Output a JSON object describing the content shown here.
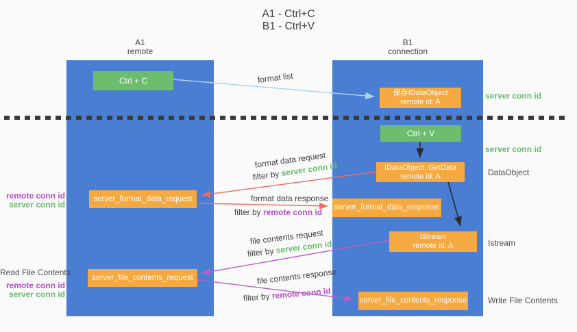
{
  "title": {
    "line1": "A1 - Ctrl+C",
    "line2": "B1 - Ctrl+V"
  },
  "columns": {
    "a": {
      "name": "A1",
      "role": "remote"
    },
    "b": {
      "name": "B1",
      "role": "connection"
    }
  },
  "nodes": {
    "ctrl_c": {
      "label": "Ctrl + C"
    },
    "ctrl_v": {
      "label": "Ctrl + V"
    },
    "save_dataobject": {
      "line1": "保存IDataObject",
      "line2": "remote id: A"
    },
    "getdata": {
      "line1": "IDataObject::GetData",
      "line2": "remote id: A"
    },
    "istream": {
      "line1": "IStream",
      "line2": "remote id: A"
    },
    "format_request": {
      "label": "server_format_data_request"
    },
    "format_response": {
      "label": "server_format_data_response"
    },
    "file_request": {
      "label": "server_file_contents_request"
    },
    "file_response": {
      "label": "server_file_contents_response"
    }
  },
  "flow_labels": {
    "format_list": "format list",
    "format_data_request": "format data request",
    "format_data_response": "format data response",
    "file_contents_request": "file contents request",
    "file_contents_response": "file contents response",
    "filter_by": "filter by ",
    "server_conn_id": "server conn id",
    "remote_conn_id": "remote conn id"
  },
  "side_labels": {
    "server_conn_id": "server conn id",
    "remote_conn_id": "remote conn id",
    "dataobject": "DataObject",
    "istream": "Istream",
    "read_file_contents": "Read File Contents",
    "write_file_contents": "Write File Contents"
  },
  "colors": {
    "column_blue": "#4a7ed3",
    "box_green": "#6cbd6e",
    "box_orange": "#f6a841",
    "arrow_blue": "#a9d3f2",
    "arrow_red": "#ee6c62",
    "arrow_purple": "#bb5ec9",
    "arrow_black": "#2b2b2b",
    "text_green": "#67bb6a",
    "text_purple": "#b44fc8",
    "text_dark": "#3f3f3f"
  }
}
